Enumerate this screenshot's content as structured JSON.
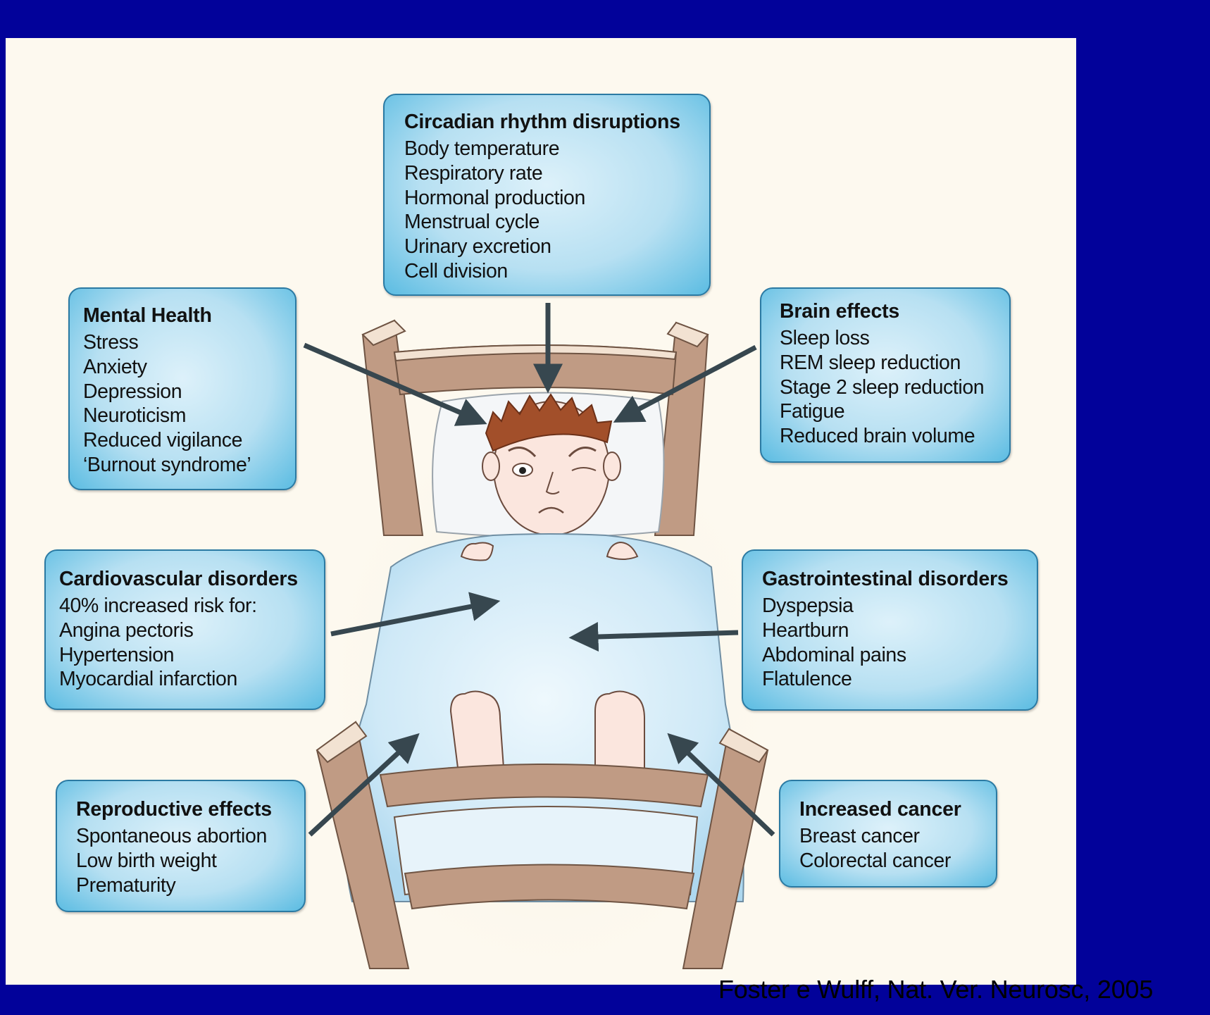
{
  "boxes": {
    "circadian": {
      "title": "Circadian rhythm disruptions",
      "items": [
        "Body temperature",
        "Respiratory rate",
        "Hormonal production",
        "Menstrual cycle",
        "Urinary excretion",
        "Cell division"
      ]
    },
    "mental": {
      "title": "Mental Health",
      "items": [
        "Stress",
        "Anxiety",
        "Depression",
        "Neuroticism",
        "Reduced vigilance",
        "‘Burnout syndrome’"
      ]
    },
    "brain": {
      "title": "Brain effects",
      "items": [
        "Sleep loss",
        "REM sleep reduction",
        "Stage 2 sleep reduction",
        "Fatigue",
        "Reduced brain volume"
      ]
    },
    "cardio": {
      "title": "Cardiovascular disorders",
      "items": [
        "40% increased risk for:",
        "Angina pectoris",
        "Hypertension",
        "Myocardial infarction"
      ]
    },
    "gastro": {
      "title": "Gastrointestinal disorders",
      "items": [
        "Dyspepsia",
        "Heartburn",
        "Abdominal pains",
        "Flatulence"
      ]
    },
    "repro": {
      "title": "Reproductive effects",
      "items": [
        "Spontaneous abortion",
        "Low birth weight",
        "Prematurity"
      ]
    },
    "cancer": {
      "title": "Increased cancer",
      "items": [
        "Breast cancer",
        "Colorectal cancer"
      ]
    }
  },
  "citation": "Foster e Wulff, Nat. Ver. Neurosc, 2005",
  "colors": {
    "background": "#02029a",
    "panel": "#fdf9ef",
    "box_fill": "#b7e0f2",
    "box_border": "#2b7aa3",
    "arrow": "#37474f",
    "bed_wood": "#c09b84",
    "blanket": "#d6eef9"
  }
}
